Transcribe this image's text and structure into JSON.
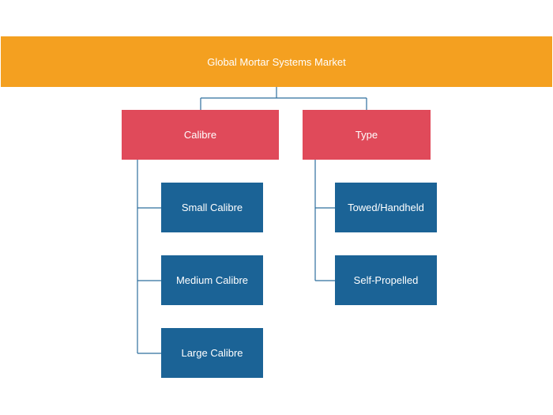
{
  "diagram": {
    "root": {
      "label": "Global Mortar Systems Market"
    },
    "categories": [
      {
        "label": "Calibre",
        "children": [
          "Small Calibre",
          "Medium Calibre",
          "Large Calibre"
        ]
      },
      {
        "label": "Type",
        "children": [
          "Towed/Handheld",
          "Self-Propelled"
        ]
      }
    ]
  },
  "colors": {
    "root": "#f4a020",
    "category": "#e04a5a",
    "leaf": "#1b6396",
    "connector": "#2e6f9e"
  }
}
